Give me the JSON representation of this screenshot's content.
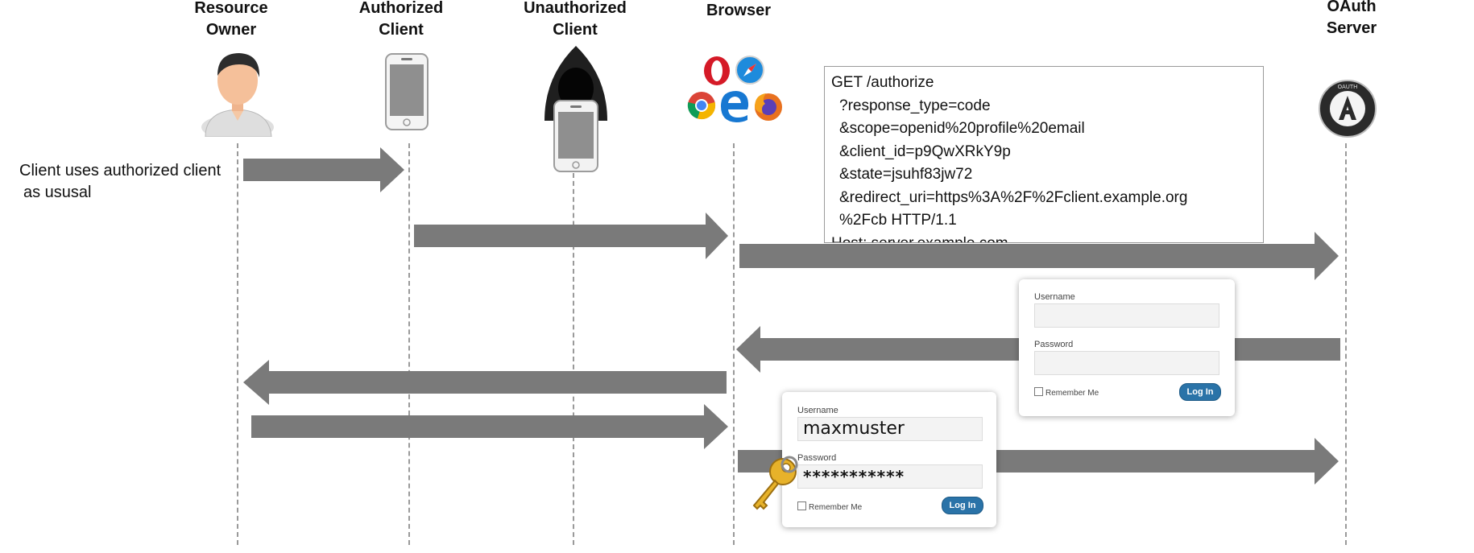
{
  "actors": {
    "resource_owner": [
      "Resource",
      "Owner"
    ],
    "authorized_client": [
      "Authorized",
      "Client"
    ],
    "unauthorized_client": [
      "Unauthorized",
      "Client"
    ],
    "browser": "Browser",
    "oauth_server": [
      "OAuth",
      "Server"
    ]
  },
  "note": {
    "line1": "Client uses authorized client",
    "line2": "as ususal"
  },
  "request": {
    "lines": [
      "GET /authorize",
      "?response_type=code",
      "&scope=openid%20profile%20email",
      "&client_id=p9QwXRkY9p",
      "&state=jsuhf83jw72",
      "&redirect_uri=https%3A%2F%2Fclient.example.org",
      "%2Fcb HTTP/1.1",
      "Host: server.example.com"
    ]
  },
  "login_form_empty": {
    "username_label": "Username",
    "password_label": "Password",
    "remember": "Remember Me",
    "button": "Log In"
  },
  "login_form_filled": {
    "username_label": "Username",
    "username_value": "maxmuster",
    "password_label": "Password",
    "password_value": "***********",
    "remember": "Remember Me",
    "button": "Log In"
  },
  "icons": [
    "user-avatar-icon",
    "smartphone-icon",
    "hooded-hacker-icon",
    "opera-icon",
    "safari-icon",
    "chrome-icon",
    "edge-icon",
    "firefox-icon",
    "oauth-logo-icon",
    "key-icon"
  ],
  "colors": {
    "arrow": "#7a7a7a",
    "lifeline": "#9a9a9a",
    "button": "#2a73a8"
  }
}
